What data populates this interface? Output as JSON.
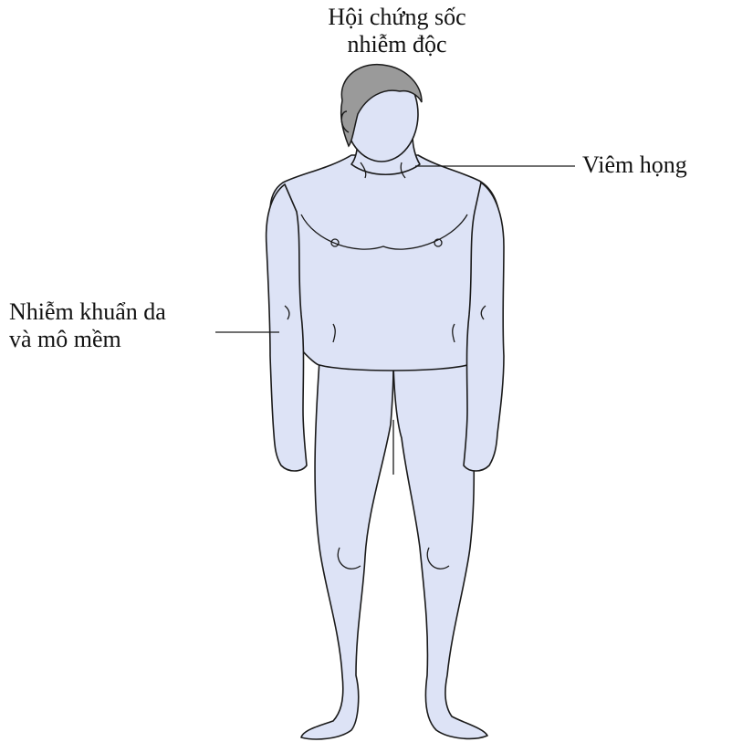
{
  "labels": {
    "toxic_shock": {
      "line1": "Hội chứng sốc",
      "line2": "nhiễm độc"
    },
    "pharyngitis": "Viêm họng",
    "skin_infection": {
      "line1": "Nhiễm khuẩn da",
      "line2": "và mô mềm"
    }
  },
  "colors": {
    "body_fill": "#dde3f6",
    "outline": "#1a1a1a",
    "hair": "#9a9a9a"
  }
}
